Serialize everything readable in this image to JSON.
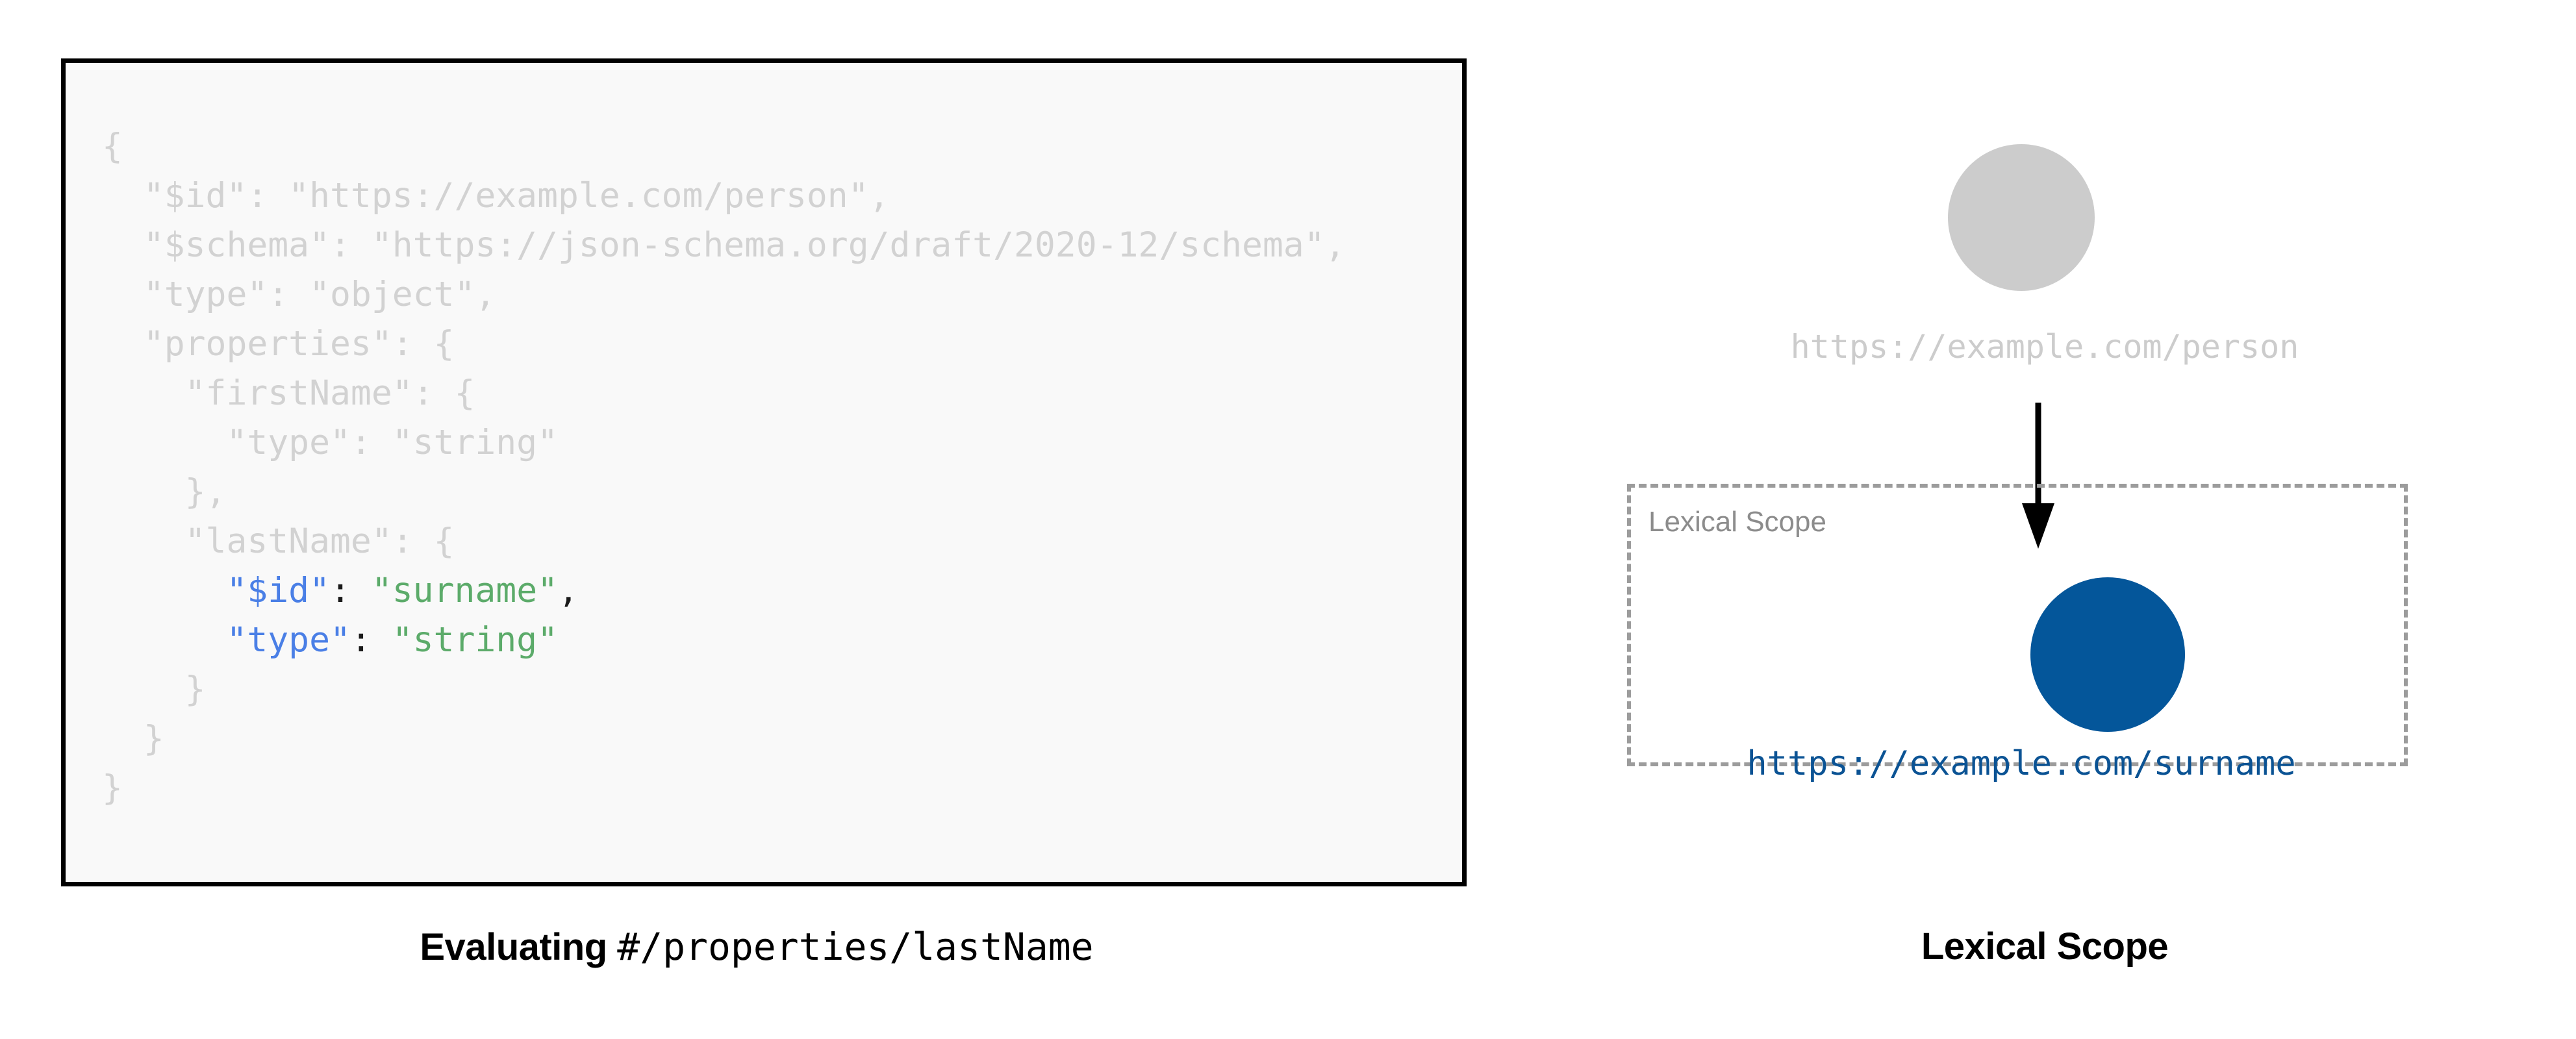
{
  "left": {
    "code_box": {
      "background_color": "#f9f9f9",
      "border_color": "#000000",
      "dim_color": "#d2d2d2",
      "key_color": "#4a7fe6",
      "string_color": "#5cab6a",
      "lines": [
        {
          "indent": 0,
          "tokens": [
            {
              "text": "{",
              "style": "dim"
            }
          ]
        },
        {
          "indent": 1,
          "tokens": [
            {
              "text": "\"$id\": \"https://example.com/person\",",
              "style": "dim"
            }
          ]
        },
        {
          "indent": 1,
          "tokens": [
            {
              "text": "\"$schema\": \"https://json-schema.org/draft/2020-12/schema\",",
              "style": "dim"
            }
          ]
        },
        {
          "indent": 1,
          "tokens": [
            {
              "text": "\"type\": \"object\",",
              "style": "dim"
            }
          ]
        },
        {
          "indent": 1,
          "tokens": [
            {
              "text": "\"properties\": {",
              "style": "dim"
            }
          ]
        },
        {
          "indent": 2,
          "tokens": [
            {
              "text": "\"firstName\": {",
              "style": "dim"
            }
          ]
        },
        {
          "indent": 3,
          "tokens": [
            {
              "text": "\"type\": \"string\"",
              "style": "dim"
            }
          ]
        },
        {
          "indent": 2,
          "tokens": [
            {
              "text": "},",
              "style": "dim"
            }
          ]
        },
        {
          "indent": 2,
          "tokens": [
            {
              "text": "\"lastName\": {",
              "style": "dim"
            }
          ]
        },
        {
          "indent": 3,
          "tokens": [
            {
              "text": "\"$id\"",
              "style": "key"
            },
            {
              "text": ": ",
              "style": "punct"
            },
            {
              "text": "\"surname\"",
              "style": "str"
            },
            {
              "text": ",",
              "style": "punct"
            }
          ]
        },
        {
          "indent": 3,
          "tokens": [
            {
              "text": "\"type\"",
              "style": "key"
            },
            {
              "text": ": ",
              "style": "punct"
            },
            {
              "text": "\"string\"",
              "style": "str"
            }
          ]
        },
        {
          "indent": 2,
          "tokens": [
            {
              "text": "}",
              "style": "dim"
            }
          ]
        },
        {
          "indent": 1,
          "tokens": [
            {
              "text": "}",
              "style": "dim"
            }
          ]
        },
        {
          "indent": 0,
          "tokens": [
            {
              "text": "}",
              "style": "dim"
            }
          ]
        }
      ]
    },
    "caption": {
      "bold_text": "Evaluating",
      "mono_text": "#/properties/lastName"
    }
  },
  "right": {
    "root_node": {
      "label": "https://example.com/person",
      "color": "#cccccc",
      "label_color": "#cccccc"
    },
    "arrow": {
      "name": "downward-arrow",
      "color": "#000000"
    },
    "lexical_scope": {
      "tag_label": "Lexical Scope",
      "tag_color": "#8c8c8c",
      "border_color": "#9c9c9c",
      "node": {
        "label": "https://example.com/surname",
        "color": "#04569a",
        "label_color": "#0b5394"
      }
    },
    "caption": "Lexical Scope"
  }
}
